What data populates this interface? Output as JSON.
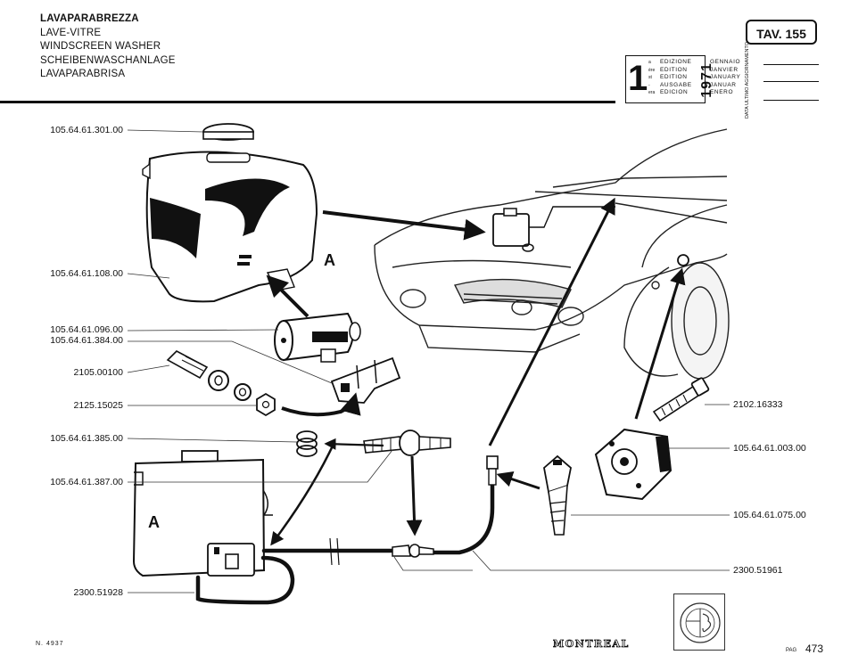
{
  "titles": [
    "LAVAPARABREZZA",
    "LAVE-VITRE",
    "WINDSCREEN WASHER",
    "SCHEIBENWASCHANLAGE",
    "LAVAPARABRISA"
  ],
  "tav": "TAV. 155",
  "edition": {
    "number": "1",
    "superscripts": [
      "a",
      "ère",
      "st",
      "-",
      "era"
    ],
    "words": [
      "EDIZIONE",
      "EDITION",
      "EDITION",
      "AUSGABE",
      "EDICION"
    ],
    "year": "1971",
    "months": [
      "GENNAIO",
      "JANVIER",
      "JANUARY",
      "JANUAR",
      "ENERO"
    ],
    "update_label": "DATA ULTIMO AGGIORNAMENTO"
  },
  "part_labels": {
    "p301": "105.64.61.301.00",
    "p108": "105.64.61.108.00",
    "p096": "105.64.61.096.00",
    "p384": "105.64.61.384.00",
    "p2105": "2105.00100",
    "p2125": "2125.15025",
    "p385": "105.64.61.385.00",
    "p387": "105.64.61.387.00",
    "p51928": "2300.51928",
    "p2102": "2102.16333",
    "p003": "105.64.61.003.00",
    "p075": "105.64.61.075.00",
    "p51961": "2300.51961"
  },
  "markers": {
    "a_top": "A",
    "a_bottom": "A"
  },
  "footer": {
    "n": "N. 4937",
    "model": "MONTREAL",
    "pag_label": "PAG",
    "page": "473"
  }
}
